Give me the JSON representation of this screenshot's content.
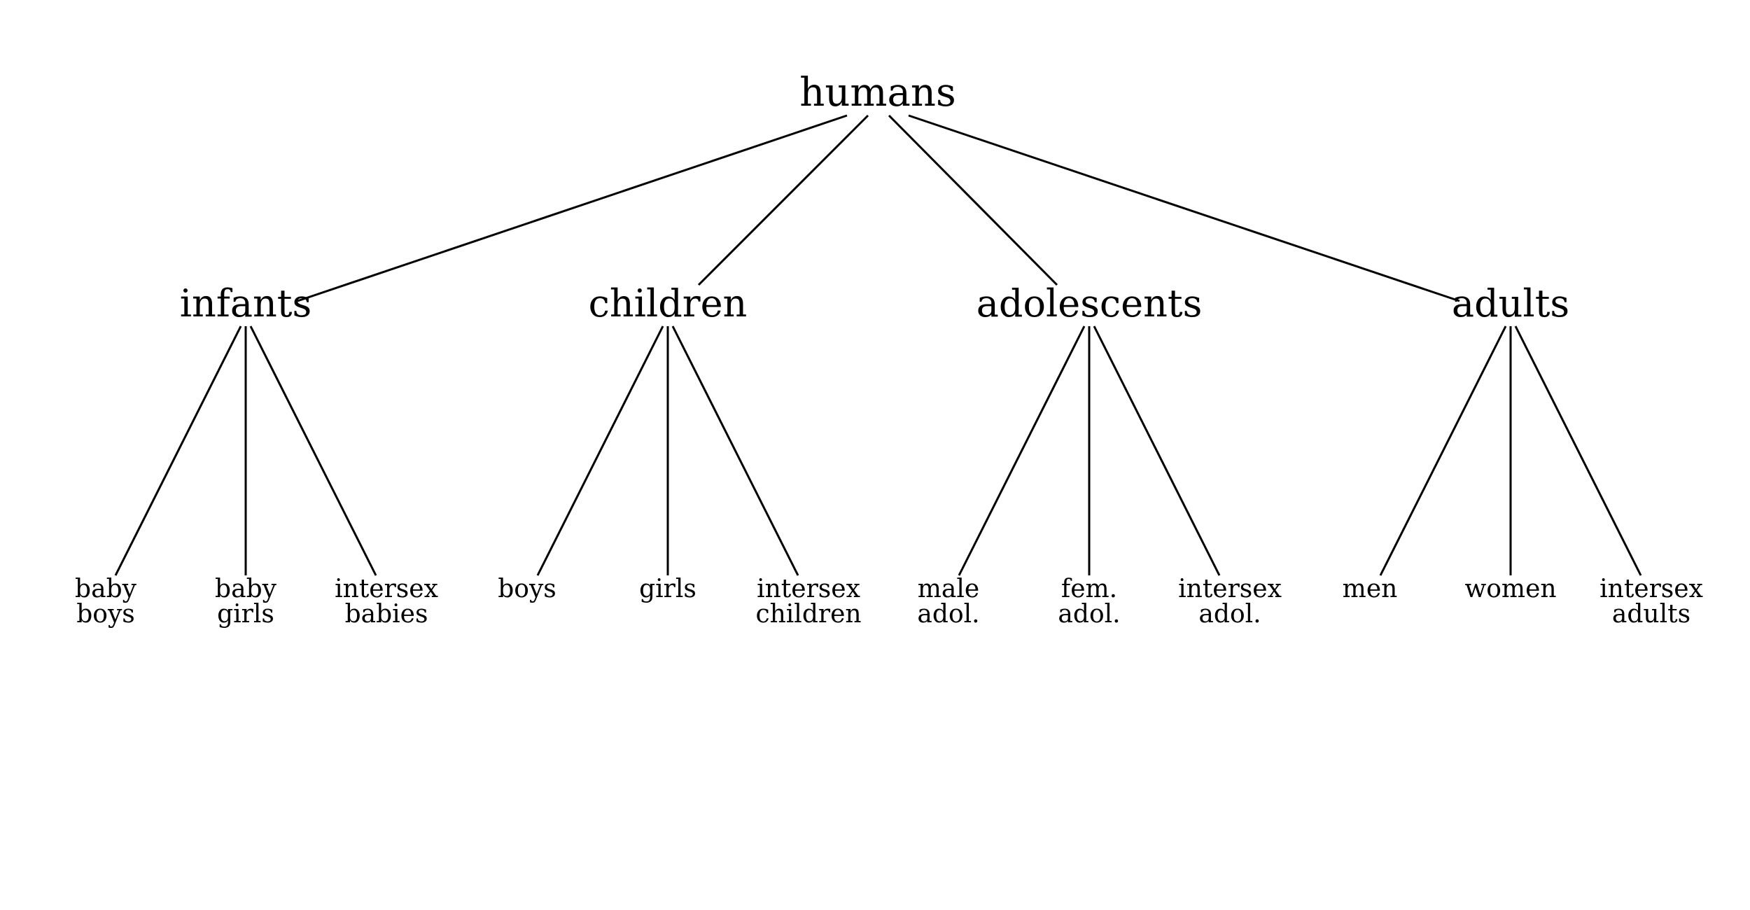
{
  "tree": {
    "root": "humans",
    "groups": [
      {
        "label": "infants",
        "children": [
          [
            "baby",
            "boys"
          ],
          [
            "baby",
            "girls"
          ],
          [
            "intersex",
            "babies"
          ]
        ]
      },
      {
        "label": "children",
        "children": [
          [
            "boys"
          ],
          [
            "girls"
          ],
          [
            "intersex",
            "children"
          ]
        ]
      },
      {
        "label": "adolescents",
        "children": [
          [
            "male",
            "adol."
          ],
          [
            "fem.",
            "adol."
          ],
          [
            "intersex",
            "adol."
          ]
        ]
      },
      {
        "label": "adults",
        "children": [
          [
            "men"
          ],
          [
            "women"
          ],
          [
            "intersex",
            "adults"
          ]
        ]
      }
    ]
  },
  "colors": {
    "text": "#000000",
    "edge": "#000000",
    "background": "#ffffff"
  }
}
